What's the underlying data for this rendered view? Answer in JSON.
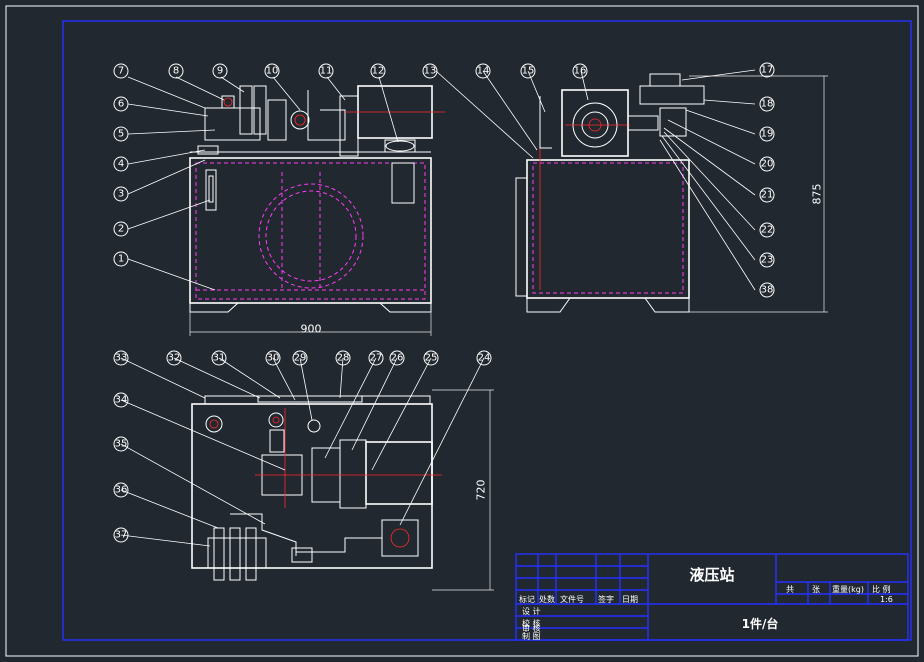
{
  "drawing": {
    "title": "液压站",
    "quantity": "1件/台",
    "dimensions": {
      "front_width": "900",
      "side_height": "875",
      "top_depth": "720"
    },
    "callouts": {
      "front": [
        "7",
        "8",
        "9",
        "10",
        "11",
        "12",
        "6",
        "5",
        "4",
        "3",
        "2",
        "1"
      ],
      "side": [
        "13",
        "14",
        "15",
        "16",
        "17",
        "18",
        "19",
        "20",
        "21",
        "22",
        "23",
        "38"
      ],
      "top": [
        "33",
        "32",
        "31",
        "30",
        "29",
        "28",
        "27",
        "26",
        "25",
        "24",
        "34",
        "35",
        "36",
        "37"
      ]
    },
    "title_block": {
      "headers": [
        "标记",
        "处数",
        "文件号",
        "签字",
        "日期"
      ],
      "roles": [
        "设 计",
        "校 核",
        "审 核",
        "制 图"
      ],
      "meta_labels": [
        "共",
        "张",
        "重量(kg)",
        "比 例"
      ],
      "scale": "1:6"
    }
  }
}
